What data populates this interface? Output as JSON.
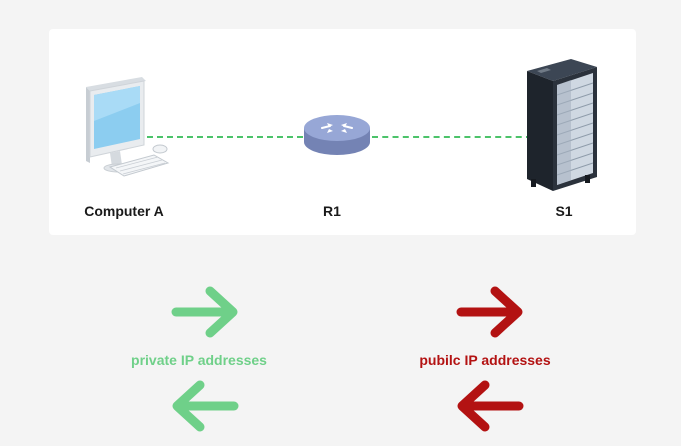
{
  "nodes": {
    "computer": {
      "label": "Computer A"
    },
    "router": {
      "label": "R1"
    },
    "server": {
      "label": "S1"
    }
  },
  "legend": {
    "private": {
      "label": "private IP addresses",
      "color": "#6fd089"
    },
    "public": {
      "label": "pubilc IP addresses",
      "color": "#b31212"
    }
  },
  "colors": {
    "link": "#4cc36a",
    "panel": "#ffffff",
    "background": "#f4f4f4"
  }
}
